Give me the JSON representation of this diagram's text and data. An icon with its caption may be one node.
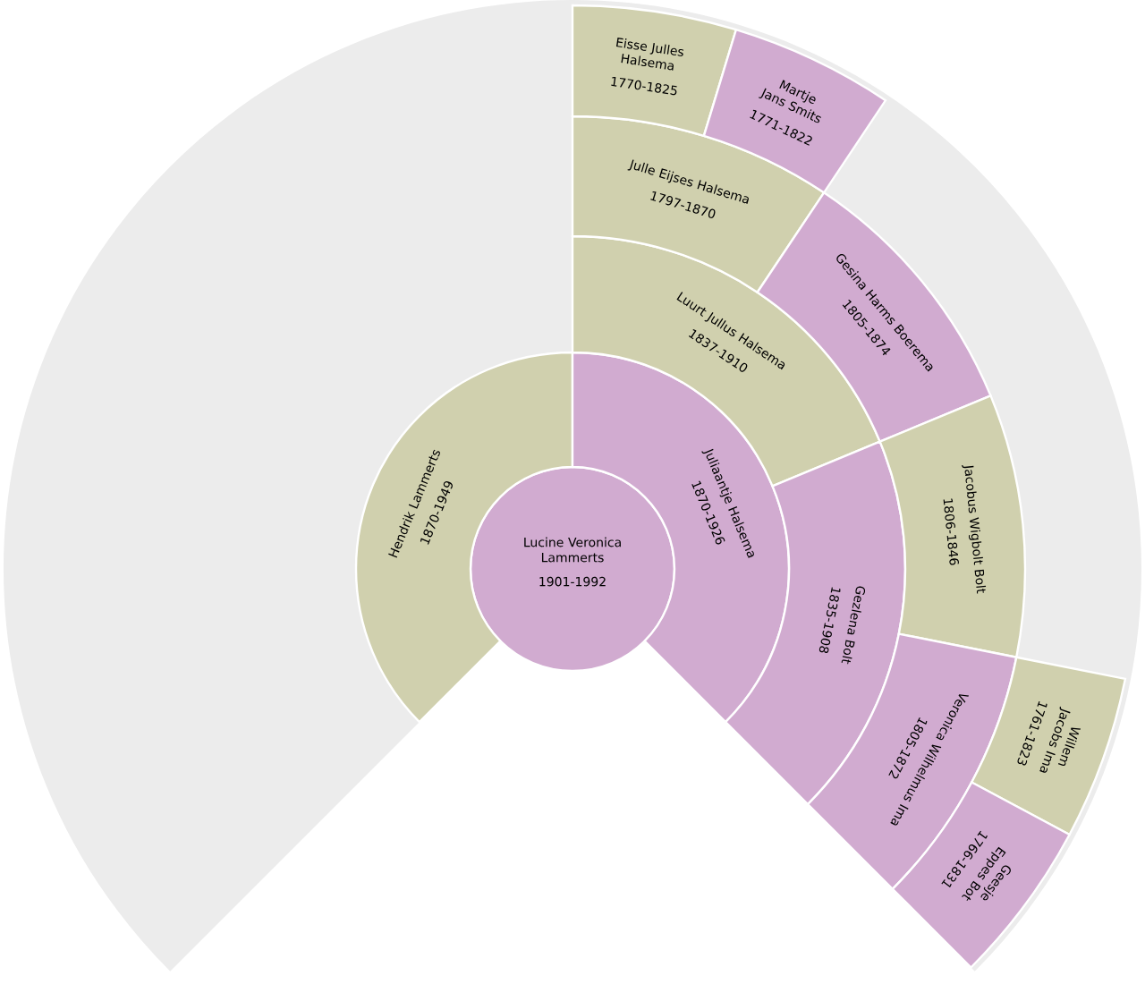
{
  "diagram": {
    "nodes": [
      {
        "text": [
          "Lucine Veronica Lammerts",
          "1901-1992"
        ]
      },
      {
        "text": [
          "Hendrik Lammerts",
          "1870-1949"
        ]
      },
      {
        "text": [
          "Juliaantje Halsema",
          "1870-1926"
        ]
      },
      {
        "text": [
          "Luurt Jullus Halsema",
          "1837-1910"
        ]
      },
      {
        "text": [
          "Gezlena Bolt",
          "1835-1908"
        ]
      },
      {
        "text": [
          "Julle Eijses Halsema",
          "1797-1870"
        ]
      },
      {
        "text": [
          "Gesina Harms Boerema",
          "1805-1874"
        ]
      },
      {
        "text": [
          "Jacobus Wigbolt Bolt",
          "1806-1846"
        ]
      },
      {
        "text": [
          "Veronica Wilhelmus Ima",
          "1805-1872"
        ]
      },
      {
        "text": [
          "Eisse Julles Halsema",
          "1770-1825"
        ]
      },
      {
        "text": [
          "Martje Jans Smits",
          "1771-1822"
        ]
      },
      {
        "text": [
          "Willem Jacobs Ima",
          "1761-1823"
        ]
      },
      {
        "text": [
          "Geesje Eppes Bot",
          "1766-1831"
        ]
      }
    ]
  }
}
